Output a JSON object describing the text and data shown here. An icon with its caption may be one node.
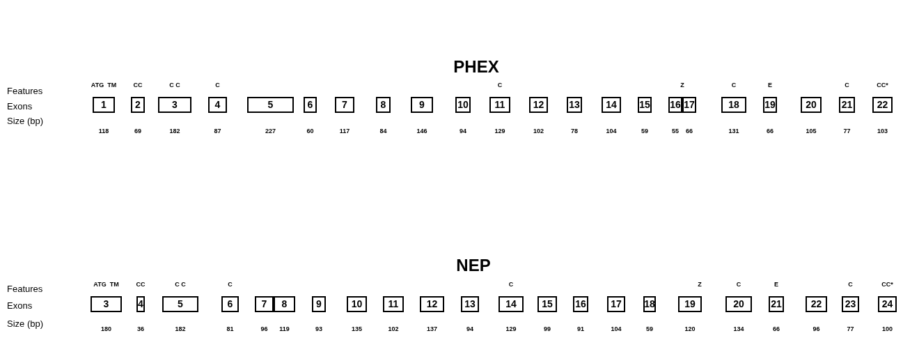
{
  "diagram": {
    "nodes": [
      {
        "text": [
          "1"
        ],
        "beside": [
          "ATG  TM",
          "118"
        ]
      },
      {
        "text": [
          "2"
        ],
        "beside": [
          "CC",
          "69"
        ]
      },
      {
        "text": [
          "3"
        ],
        "beside": [
          "C C",
          "182"
        ]
      },
      {
        "text": [
          "4"
        ],
        "beside": [
          "C",
          "87"
        ]
      },
      {
        "text": [
          "5"
        ],
        "beside": [
          "227"
        ]
      },
      {
        "text": [
          "6"
        ],
        "beside": [
          "60"
        ]
      },
      {
        "text": [
          "7"
        ],
        "beside": [
          "117"
        ]
      },
      {
        "text": [
          "8"
        ],
        "beside": [
          "84"
        ]
      },
      {
        "text": [
          "9"
        ],
        "beside": [
          "146"
        ]
      },
      {
        "text": [
          "10"
        ],
        "beside": [
          "94"
        ]
      },
      {
        "text": [
          "11"
        ],
        "beside": [
          "C",
          "129"
        ]
      },
      {
        "text": [
          "12"
        ],
        "beside": [
          "102"
        ]
      },
      {
        "text": [
          "13"
        ],
        "beside": [
          "78"
        ]
      },
      {
        "text": [
          "14"
        ],
        "beside": [
          "104"
        ]
      },
      {
        "text": [
          "15"
        ],
        "beside": [
          "59"
        ]
      },
      {
        "text": [
          "16"
        ],
        "beside": [
          "55"
        ]
      },
      {
        "text": [
          "17"
        ],
        "beside": [
          "Z",
          "66"
        ]
      },
      {
        "text": [
          "18"
        ],
        "beside": [
          "C",
          "131"
        ]
      },
      {
        "text": [
          "19"
        ],
        "beside": [
          "E",
          "66"
        ]
      },
      {
        "text": [
          "20"
        ],
        "beside": [
          "105"
        ]
      },
      {
        "text": [
          "21"
        ],
        "beside": [
          "C",
          "77"
        ]
      },
      {
        "text": [
          "22"
        ],
        "beside": [
          "CC*",
          "103"
        ]
      },
      {
        "text": [
          "3"
        ],
        "beside": [
          "ATG  TM",
          "180"
        ]
      },
      {
        "text": [
          "4"
        ],
        "beside": [
          "CC",
          "36"
        ]
      },
      {
        "text": [
          "5"
        ],
        "beside": [
          "C C",
          "182"
        ]
      },
      {
        "text": [
          "6"
        ],
        "beside": [
          "C",
          "81"
        ]
      },
      {
        "text": [
          "7"
        ],
        "beside": [
          "96"
        ]
      },
      {
        "text": [
          "8"
        ],
        "beside": [
          "119"
        ]
      },
      {
        "text": [
          "9"
        ],
        "beside": [
          "93"
        ]
      },
      {
        "text": [
          "10"
        ],
        "beside": [
          "135"
        ]
      },
      {
        "text": [
          "11"
        ],
        "beside": [
          "102"
        ]
      },
      {
        "text": [
          "12"
        ],
        "beside": [
          "137"
        ]
      },
      {
        "text": [
          "13"
        ],
        "beside": [
          "94"
        ]
      },
      {
        "text": [
          "14"
        ],
        "beside": [
          "C",
          "129"
        ]
      },
      {
        "text": [
          "15"
        ],
        "beside": [
          "99"
        ]
      },
      {
        "text": [
          "16"
        ],
        "beside": [
          "91"
        ]
      },
      {
        "text": [
          "17"
        ],
        "beside": [
          "104"
        ]
      },
      {
        "text": [
          "18"
        ],
        "beside": [
          "59"
        ]
      },
      {
        "text": [
          "19"
        ],
        "beside": [
          "Z",
          "120"
        ]
      },
      {
        "text": [
          "20"
        ],
        "beside": [
          "C",
          "134"
        ]
      },
      {
        "text": [
          "21"
        ],
        "beside": [
          "E",
          "66"
        ]
      },
      {
        "text": [
          "22"
        ],
        "beside": [
          "96"
        ]
      },
      {
        "text": [
          "23"
        ],
        "beside": [
          "C",
          "77"
        ]
      },
      {
        "text": [
          "24"
        ],
        "beside": [
          "CC*",
          "100"
        ]
      }
    ],
    "labels": [
      "PHEX",
      "Features",
      "Exons",
      "Size (bp)",
      "NEP",
      "Features",
      "Exons",
      "Size (bp)"
    ]
  }
}
